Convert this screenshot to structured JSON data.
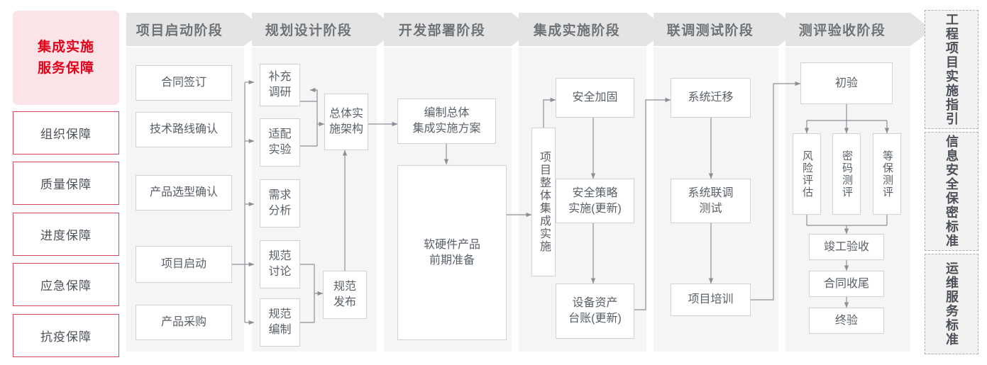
{
  "colors": {
    "brand_red": "#E2001A",
    "title_bg": "#FBE4E8",
    "item_border": "#D8485C",
    "phase_header_bg": "#E4E4E4",
    "phase_body_bg": "#F5F5F5",
    "node_border": "#D2D2D2",
    "text_gray": "#5a6067",
    "standards_bg": "#F2F2F2",
    "standards_border": "#AFAFAF"
  },
  "sidebar": {
    "title": "集成实施\n服务保障",
    "title_line1": "集成实施",
    "title_line2": "服务保障",
    "items": [
      {
        "label": "组织保障"
      },
      {
        "label": "质量保障"
      },
      {
        "label": "进度保障"
      },
      {
        "label": "应急保障"
      },
      {
        "label": "抗疫保障"
      }
    ]
  },
  "phases": [
    {
      "id": "phase-startup",
      "header": "项目启动阶段",
      "nodes": [
        {
          "name": "node-contract-signing",
          "label": "合同签订"
        },
        {
          "name": "node-tech-route-confirm",
          "label": "技术路线确认"
        },
        {
          "name": "node-product-selection-confirm",
          "label": "产品选型确认"
        },
        {
          "name": "node-project-kickoff",
          "label": "项目启动"
        },
        {
          "name": "node-product-procurement",
          "label": "产品采购"
        }
      ]
    },
    {
      "id": "phase-planning",
      "header": "规划设计阶段",
      "nodes": [
        {
          "name": "node-supplementary-research",
          "label": "补充\n调研",
          "l1": "补充",
          "l2": "调研"
        },
        {
          "name": "node-adaptation-experiment",
          "label": "适配\n实验",
          "l1": "适配",
          "l2": "实验"
        },
        {
          "name": "node-requirement-analysis",
          "label": "需求\n分析",
          "l1": "需求",
          "l2": "分析"
        },
        {
          "name": "node-spec-discussion",
          "label": "规范\n讨论",
          "l1": "规范",
          "l2": "讨论"
        },
        {
          "name": "node-spec-drafting",
          "label": "规范\n编制",
          "l1": "规范",
          "l2": "编制"
        },
        {
          "name": "node-overall-impl-architecture",
          "label": "总体实\n施架构",
          "l1": "总体实",
          "l2": "施架构"
        },
        {
          "name": "node-spec-release",
          "label": "规范\n发布",
          "l1": "规范",
          "l2": "发布"
        }
      ]
    },
    {
      "id": "phase-development",
      "header": "开发部署阶段",
      "nodes": [
        {
          "name": "node-compile-overall-integration-plan",
          "label": "编制总体\n集成实施方案",
          "l1": "编制总体",
          "l2": "集成实施方案"
        },
        {
          "name": "node-hw-sw-preparation",
          "label": "软硬件产品\n前期准备",
          "l1": "软硬件产品",
          "l2": "前期准备"
        }
      ]
    },
    {
      "id": "phase-integration",
      "header": "集成实施阶段",
      "nodes": [
        {
          "name": "node-project-overall-integration",
          "label": "项目整体集成实施"
        },
        {
          "name": "node-security-hardening",
          "label": "安全加固"
        },
        {
          "name": "node-security-policy-impl",
          "label": "安全策略\n实施(更新)",
          "l1": "安全策略",
          "l2": "实施(更新)"
        },
        {
          "name": "node-asset-ledger",
          "label": "设备资产\n台账(更新)",
          "l1": "设备资产",
          "l2": "台账(更新)"
        }
      ]
    },
    {
      "id": "phase-joint-test",
      "header": "联调测试阶段",
      "nodes": [
        {
          "name": "node-system-migration",
          "label": "系统迁移"
        },
        {
          "name": "node-system-joint-test",
          "label": "系统联调\n测试",
          "l1": "系统联调",
          "l2": "测试"
        },
        {
          "name": "node-project-training",
          "label": "项目培训"
        }
      ]
    },
    {
      "id": "phase-evaluation",
      "header": "测评验收阶段",
      "nodes": [
        {
          "name": "node-preliminary-acceptance",
          "label": "初验"
        },
        {
          "name": "node-risk-assessment",
          "label": "风险评估"
        },
        {
          "name": "node-crypto-evaluation",
          "label": "密码测评"
        },
        {
          "name": "node-mlps-evaluation",
          "label": "等保测评"
        },
        {
          "name": "node-completion-acceptance",
          "label": "竣工验收"
        },
        {
          "name": "node-contract-closeout",
          "label": "合同收尾"
        },
        {
          "name": "node-final-acceptance",
          "label": "终验"
        }
      ]
    }
  ],
  "standards": [
    {
      "name": "standard-engineering-guideline",
      "label": "工程项目实施指引"
    },
    {
      "name": "standard-infosec-confidentiality",
      "label": "信息安全保密标准"
    },
    {
      "name": "standard-ops-service",
      "label": "运维服务标准"
    }
  ]
}
